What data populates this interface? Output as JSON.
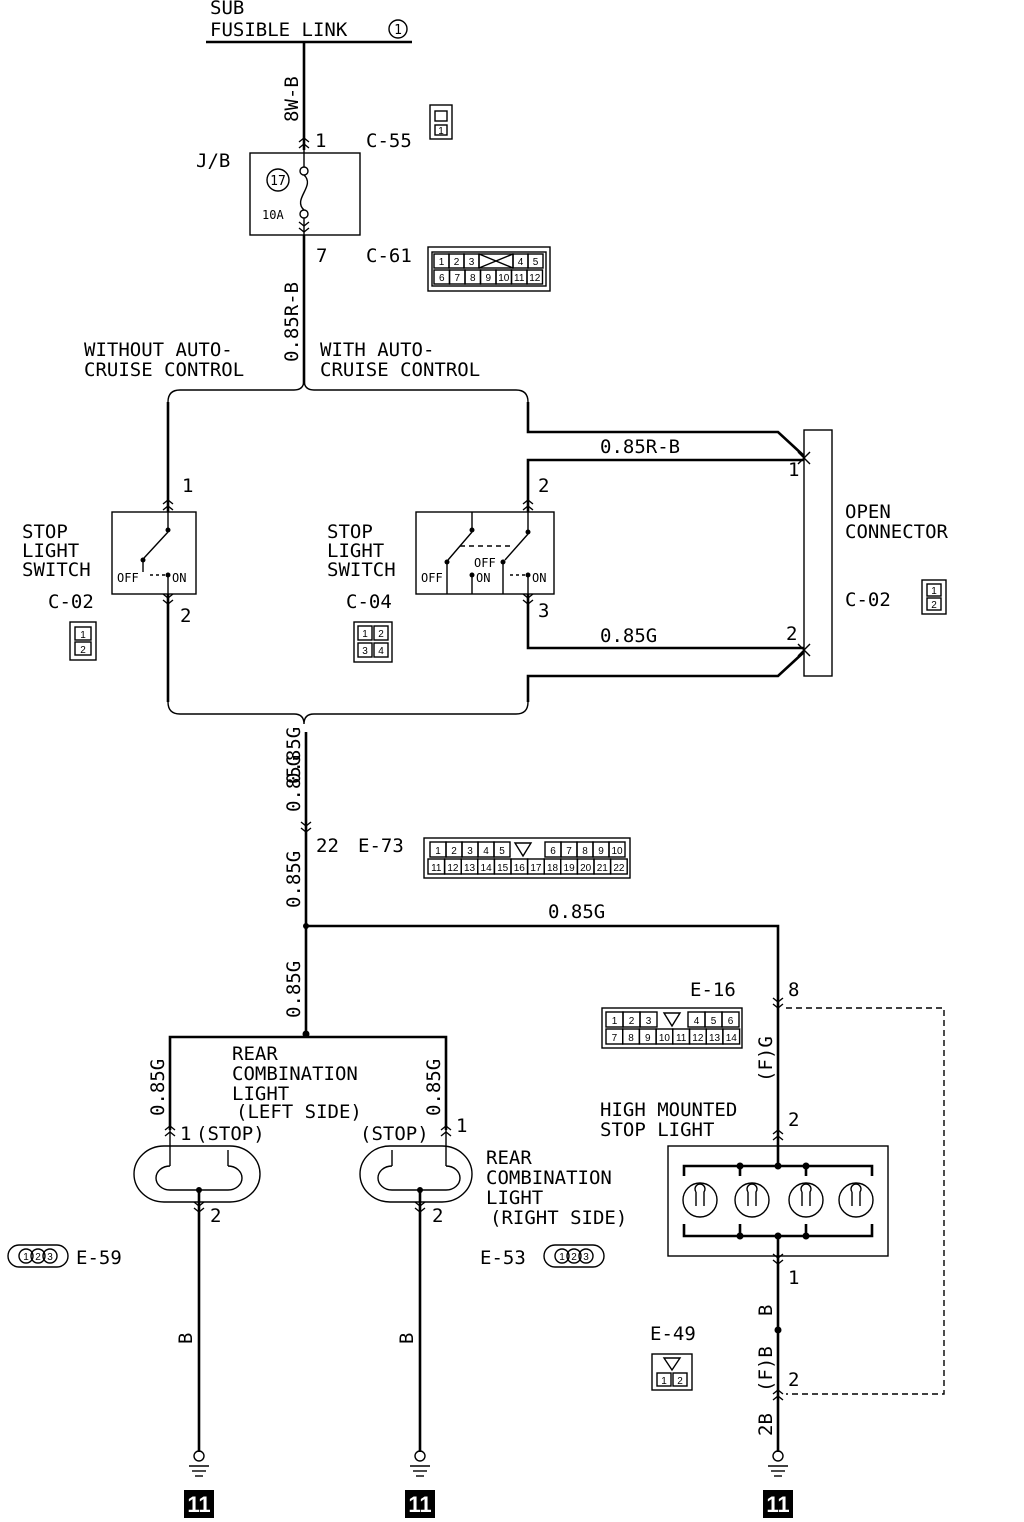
{
  "source": {
    "line1": "SUB",
    "line2": "FUSIBLE LINK",
    "number": "1"
  },
  "wires": {
    "main_top": "8W-B",
    "after_fuse": "0.85R-B",
    "cruise_top": "0.85R-B",
    "cruise_bottom": "0.85G",
    "trunk_1": "0.85G",
    "trunk_2": "0.85G",
    "trunk_3": "0.85G",
    "trunk_4": "0.85G",
    "branch_hmsl": "0.85G",
    "left_lamp": "0.85G",
    "right_lamp": "0.85G",
    "hmsl_feed": "(F)G",
    "left_ground": "B",
    "right_ground": "B",
    "hmsl_ground_upper": "B",
    "hmsl_ground_lower": "(F)B",
    "hmsl_ground_end": "2B"
  },
  "junction_block": {
    "label": "J/B",
    "fuse_number": "17",
    "fuse_rating": "10A",
    "pin_in": "1",
    "pin_out": "7"
  },
  "connectors": {
    "c55": {
      "id": "C-55",
      "pins": [
        "1"
      ]
    },
    "c61": {
      "id": "C-61",
      "row1": [
        "1",
        "2",
        "3",
        "4",
        "5"
      ],
      "row2": [
        "6",
        "7",
        "8",
        "9",
        "10",
        "11",
        "12"
      ]
    },
    "c02_left": {
      "id": "C-02",
      "pins": [
        "1",
        "2"
      ]
    },
    "c04": {
      "id": "C-04",
      "pins": [
        "1",
        "2",
        "3",
        "4"
      ]
    },
    "c02_right": {
      "id": "C-02",
      "pins": [
        "1",
        "2"
      ]
    },
    "e73": {
      "id": "E-73",
      "pin": "22",
      "row1": [
        "1",
        "2",
        "3",
        "4",
        "5",
        "6",
        "7",
        "8",
        "9",
        "10"
      ],
      "row2": [
        "11",
        "12",
        "13",
        "14",
        "15",
        "16",
        "17",
        "18",
        "19",
        "20",
        "21",
        "22"
      ]
    },
    "e16": {
      "id": "E-16",
      "pin": "8",
      "row1": [
        "1",
        "2",
        "3",
        "4",
        "5",
        "6"
      ],
      "row2": [
        "7",
        "8",
        "9",
        "10",
        "11",
        "12",
        "13",
        "14"
      ]
    },
    "e59": {
      "id": "E-59",
      "pins": [
        "1",
        "2",
        "3"
      ]
    },
    "e53": {
      "id": "E-53",
      "pins": [
        "1",
        "2",
        "3"
      ]
    },
    "e49": {
      "id": "E-49",
      "pins": [
        "1",
        "2"
      ]
    }
  },
  "options": {
    "without_line1": "WITHOUT AUTO-",
    "without_line2": "CRUISE CONTROL",
    "with_line1": "WITH AUTO-",
    "with_line2": "CRUISE CONTROL"
  },
  "switch_left": {
    "line1": "STOP",
    "line2": "LIGHT",
    "line3": "SWITCH",
    "off": "OFF",
    "on": "ON",
    "pin_top": "1",
    "pin_bottom": "2"
  },
  "switch_right": {
    "line1": "STOP",
    "line2": "LIGHT",
    "line3": "SWITCH",
    "off": "OFF",
    "off2": "OFF",
    "on": "ON",
    "on2": "ON",
    "pin_top": "2",
    "pin_bottom": "3"
  },
  "open_connector": {
    "line1": "OPEN",
    "line2": "CONNECTOR",
    "pin_top": "1",
    "pin_bottom": "2"
  },
  "lamp_left": {
    "line1": "REAR",
    "line2": "COMBINATION",
    "line3": "LIGHT",
    "line4": "(LEFT SIDE)",
    "stop": "(STOP)",
    "pin_in": "1",
    "pin_out": "2"
  },
  "lamp_right": {
    "line1": "REAR",
    "line2": "COMBINATION",
    "line3": "LIGHT",
    "line4": "(RIGHT SIDE)",
    "stop": "(STOP)",
    "pin_in": "1",
    "pin_out": "2"
  },
  "hmsl": {
    "line1": "HIGH MOUNTED",
    "line2": "STOP LIGHT",
    "pin_in": "2",
    "pin_out": "1",
    "pin_e49": "2"
  },
  "grounds": {
    "left": "11",
    "middle": "11",
    "right": "11"
  }
}
